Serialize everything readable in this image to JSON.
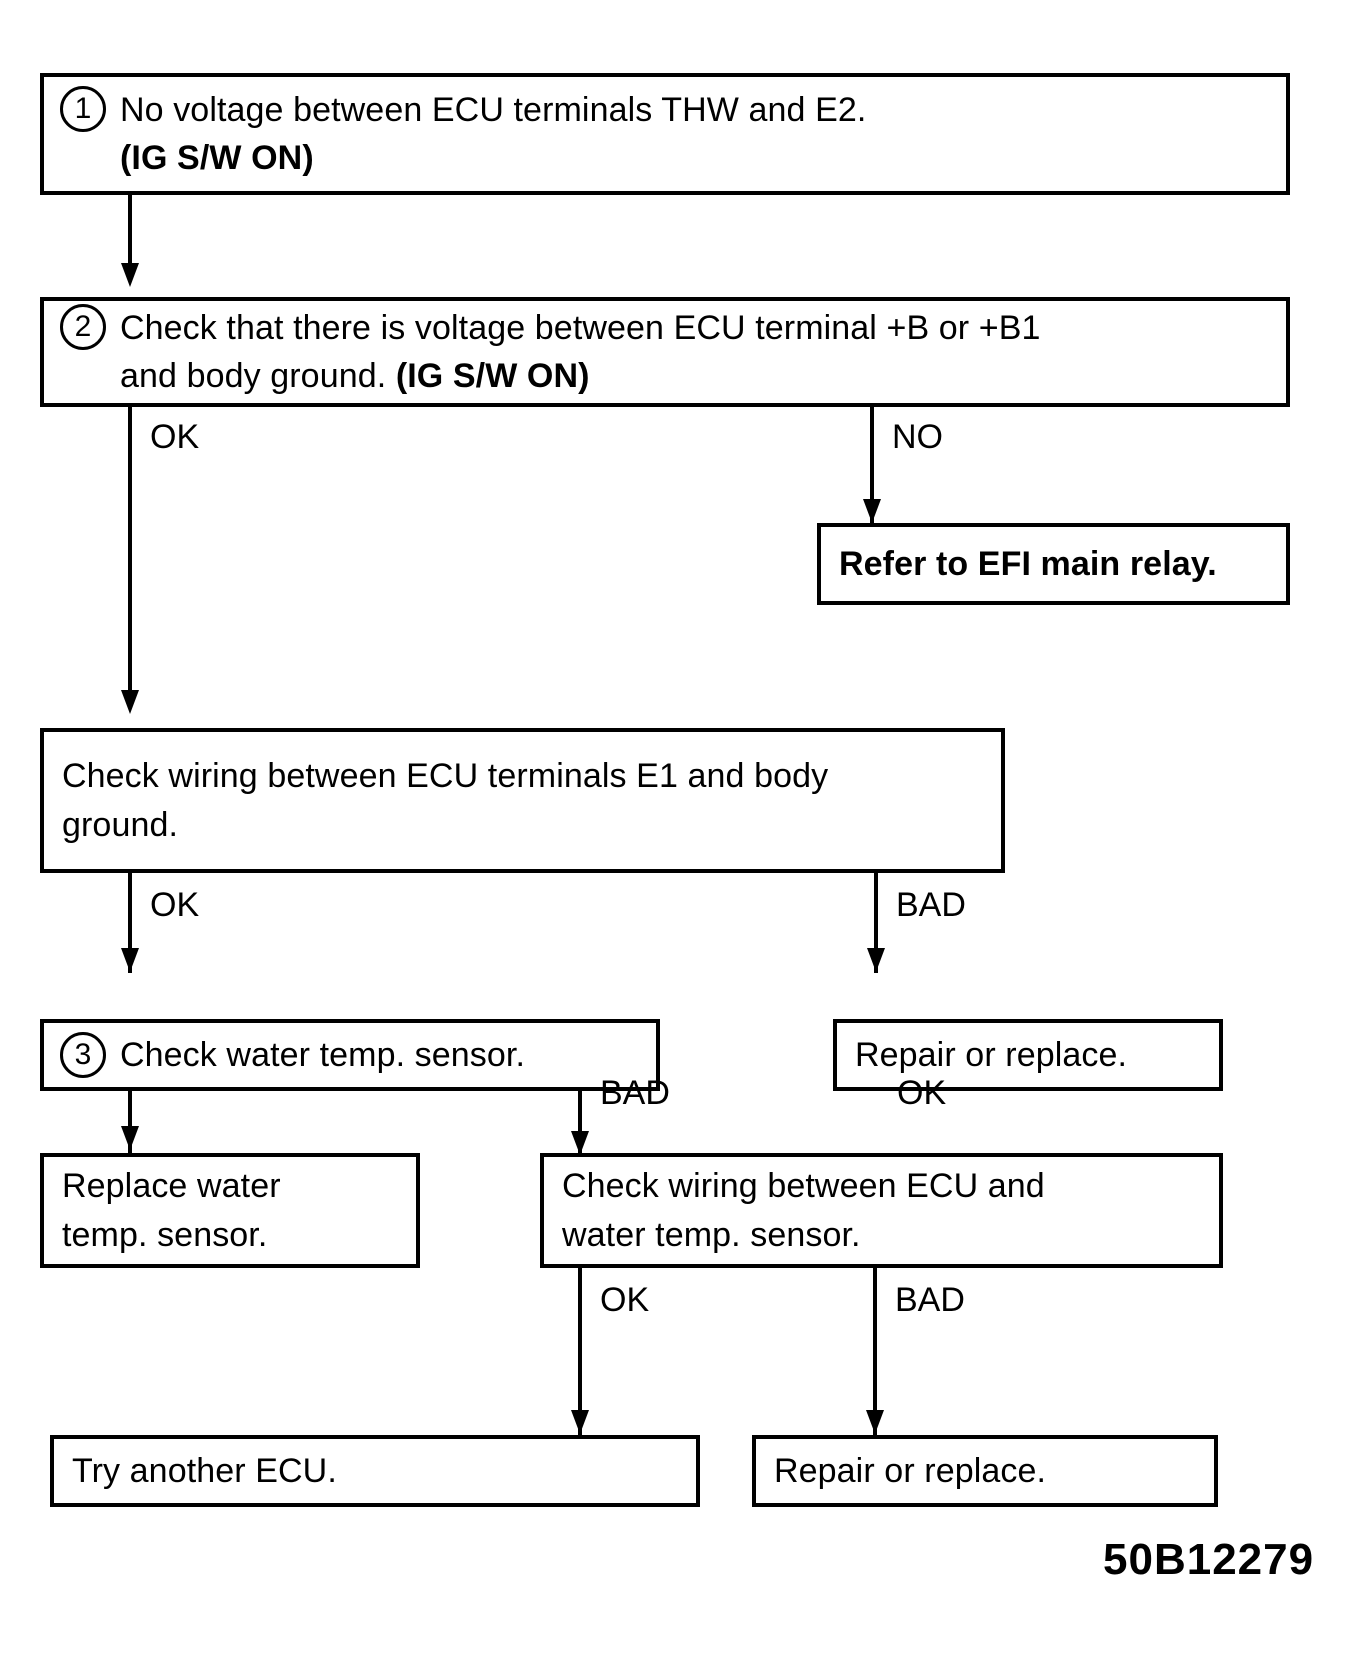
{
  "diagram": {
    "title": "ECU water temperature sensor troubleshooting flowchart",
    "reference_code": "50B12279",
    "ink_color": "#000000",
    "background_color": "#ffffff"
  },
  "nodes": {
    "n1": {
      "step": "1",
      "line1": "No voltage between ECU terminals THW and E2.",
      "line2": "(IG S/W ON)"
    },
    "n2": {
      "step": "2",
      "line1": "Check that there is voltage between ECU terminal +B or +B1",
      "line2_normal": "and body ground. ",
      "line2_bold": "(IG S/W ON)"
    },
    "n3": {
      "text": "Refer to EFI main relay."
    },
    "n4": {
      "line1": "Check wiring between ECU terminals E1 and body",
      "line2": "ground."
    },
    "n5": {
      "step": "3",
      "text": "Check water temp. sensor."
    },
    "n6": {
      "text": "Repair or replace."
    },
    "n7": {
      "line1": "Replace water",
      "line2": "temp. sensor."
    },
    "n8": {
      "line1": "Check wiring between ECU and",
      "line2": "water temp. sensor."
    },
    "n9": {
      "text": "Try another ECU."
    },
    "n10": {
      "text": "Repair or replace."
    }
  },
  "edge_labels": {
    "e1": "OK",
    "e2": "NO",
    "e3": "OK",
    "e4": "BAD",
    "e5": "BAD",
    "e6": "OK",
    "e7": "OK",
    "e8": "BAD"
  },
  "chart_data": {
    "type": "flowchart",
    "nodes": [
      {
        "id": "n1",
        "step": "1",
        "text": "No voltage between ECU terminals THW and E2. (IG S/W ON)"
      },
      {
        "id": "n2",
        "step": "2",
        "text": "Check that there is voltage between ECU terminal +B or +B1 and body ground. (IG S/W ON)"
      },
      {
        "id": "n3",
        "text": "Refer to EFI main relay."
      },
      {
        "id": "n4",
        "text": "Check wiring between ECU terminals E1 and body ground."
      },
      {
        "id": "n5",
        "step": "3",
        "text": "Check water temp. sensor."
      },
      {
        "id": "n6",
        "text": "Repair or replace."
      },
      {
        "id": "n7",
        "text": "Replace water temp. sensor."
      },
      {
        "id": "n8",
        "text": "Check wiring between ECU and water temp. sensor."
      },
      {
        "id": "n9",
        "text": "Try another ECU."
      },
      {
        "id": "n10",
        "text": "Repair or replace."
      }
    ],
    "edges": [
      {
        "from": "n1",
        "to": "n2",
        "label": ""
      },
      {
        "from": "n2",
        "to": "n4",
        "label": "OK"
      },
      {
        "from": "n2",
        "to": "n3",
        "label": "NO"
      },
      {
        "from": "n4",
        "to": "n5",
        "label": "OK"
      },
      {
        "from": "n4",
        "to": "n6",
        "label": "BAD"
      },
      {
        "from": "n5",
        "to": "n7",
        "label": ""
      },
      {
        "from": "n5",
        "to": "n8",
        "label": "BAD"
      },
      {
        "from": "n6",
        "to": null,
        "label": "OK"
      },
      {
        "from": "n8",
        "to": "n9",
        "label": "OK"
      },
      {
        "from": "n8",
        "to": "n10",
        "label": "BAD"
      }
    ]
  }
}
